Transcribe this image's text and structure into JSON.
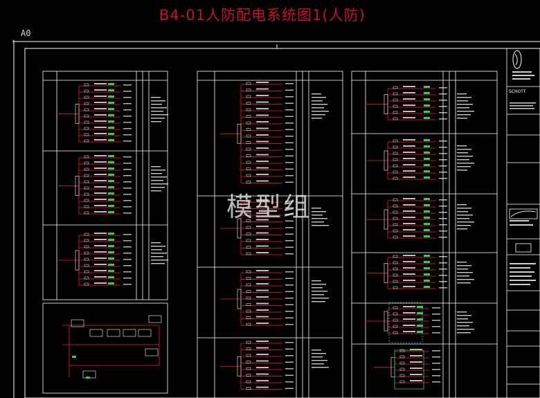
{
  "drawing": {
    "title": "B4-01人防配电系统图1(人防)",
    "sheet_size": "A0",
    "watermark": "模型组",
    "line_color": "#c8102e",
    "highlight_color": "#2bd14f",
    "text_color": "#ffffff"
  },
  "title_block": {
    "company": "SCHOTT"
  }
}
